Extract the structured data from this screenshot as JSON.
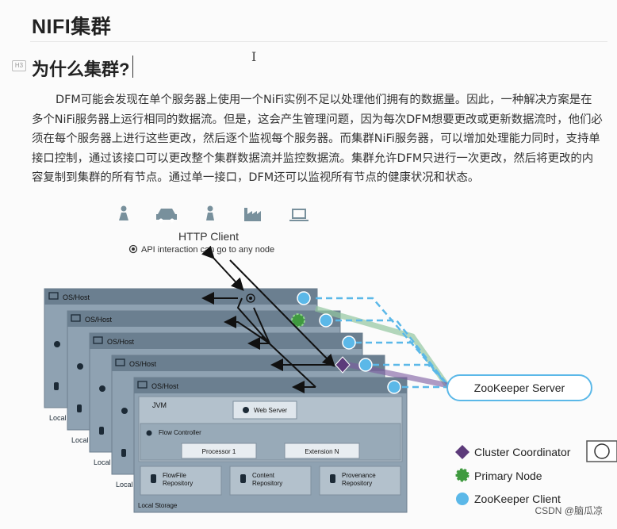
{
  "page": {
    "title": "NIFI集群",
    "heading": "为什么集群?",
    "heading_badge": "H3",
    "paragraph": "DFM可能会发现在单个服务器上使用一个NiFi实例不足以处理他们拥有的数据量。因此，一种解决方案是在多个NiFi服务器上运行相同的数据流。但是，这会产生管理问题，因为每次DFM想要更改或更新数据流时，他们必须在每个服务器上进行这些更改，然后逐个监视每个服务器。而集群NiFi服务器，可以增加处理能力同时，支持单接口控制，通过该接口可以更改整个集群数据流并监控数据流。集群允许DFM只进行一次更改，然后将更改的内容复制到集群的所有节点。通过单一接口，DFM还可以监视所有节点的健康状况和状态。",
    "cursor_glyph": "I"
  },
  "diagram": {
    "http_client": "HTTP Client",
    "api_note": "API interaction can go to any node",
    "os_host": "OS/Host",
    "jvm": "JVM",
    "web_server": "Web Server",
    "flow_controller": "Flow Controller",
    "processor": "Processor 1",
    "extension": "Extension N",
    "repos": [
      "FlowFile\nRepository",
      "Content\nRepository",
      "Provenance\nRepository"
    ],
    "local": "Local",
    "local_storage": "Local Storage",
    "zookeeper_server": "ZooKeeper Server",
    "legend": [
      {
        "label": "Cluster Coordinator",
        "color": "#5c3a7a",
        "shape": "diamond"
      },
      {
        "label": "Primary Node",
        "color": "#3f9a3f",
        "shape": "gear"
      },
      {
        "label": "ZooKeeper Client",
        "color": "#5bb8e8",
        "shape": "circle"
      }
    ],
    "icons": [
      "person-icon",
      "car-icon",
      "person-icon",
      "factory-icon",
      "laptop-icon"
    ]
  },
  "watermark": "CSDN @脑瓜凉"
}
